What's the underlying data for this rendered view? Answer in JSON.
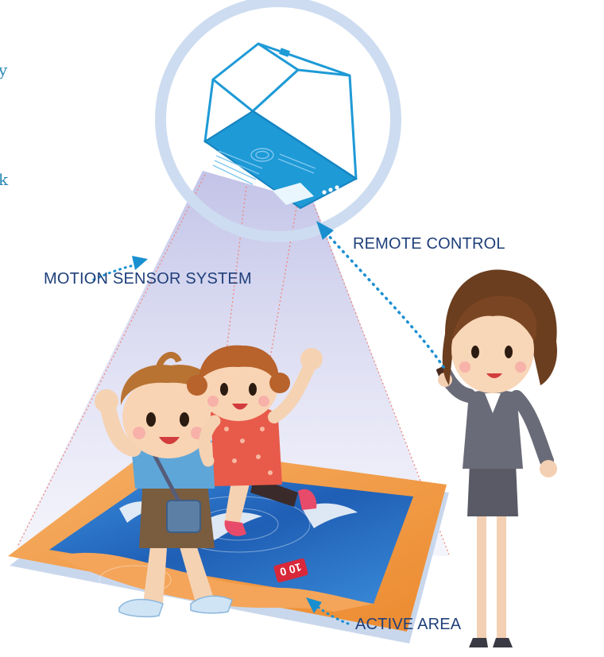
{
  "labels": {
    "remote_control": "REMOTE CONTROL",
    "motion_sensor_system": "MOTION SENSOR SYSTEM",
    "active_area": "ACTIVE AREA"
  },
  "edge_fragments": [
    "y",
    "k"
  ],
  "scoreboard": "10 0",
  "colors": {
    "label_text": "#1f3f7a",
    "arrow": "#1a8fd0",
    "projector": "#1e9ad6",
    "ring": "#cddcf0",
    "beam": "#c8c6e8",
    "mat_border": "#f19a3c",
    "mat_water": "#2a74c9",
    "scoreboard_bg": "#d8283a"
  }
}
